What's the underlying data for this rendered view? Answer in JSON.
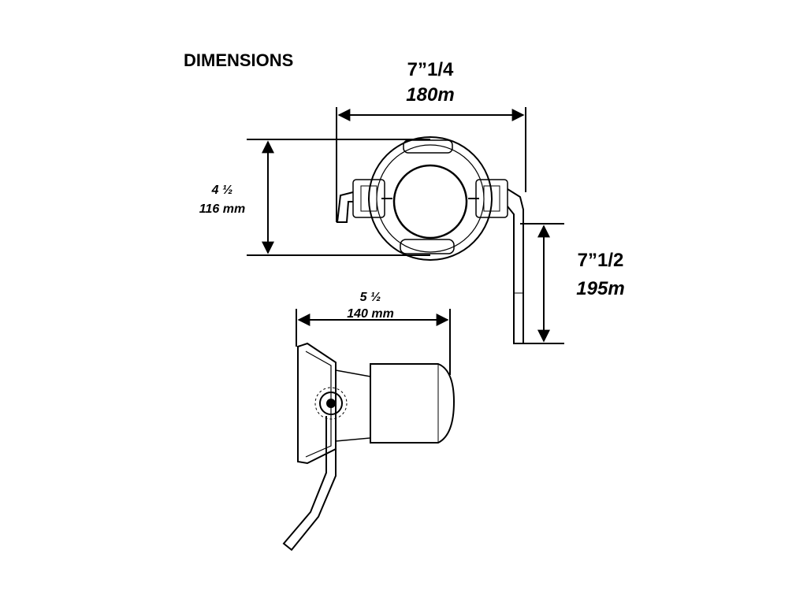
{
  "title": "DIMENSIONS",
  "dims": {
    "width_top": {
      "imperial": "7”1/4",
      "metric": "180m"
    },
    "height_top": {
      "imperial": "4 ½",
      "metric": "116 mm"
    },
    "height_stem": {
      "imperial": "7”1/2",
      "metric": "195m"
    },
    "depth_side": {
      "imperial": "5 ½",
      "metric": "140 mm"
    }
  }
}
